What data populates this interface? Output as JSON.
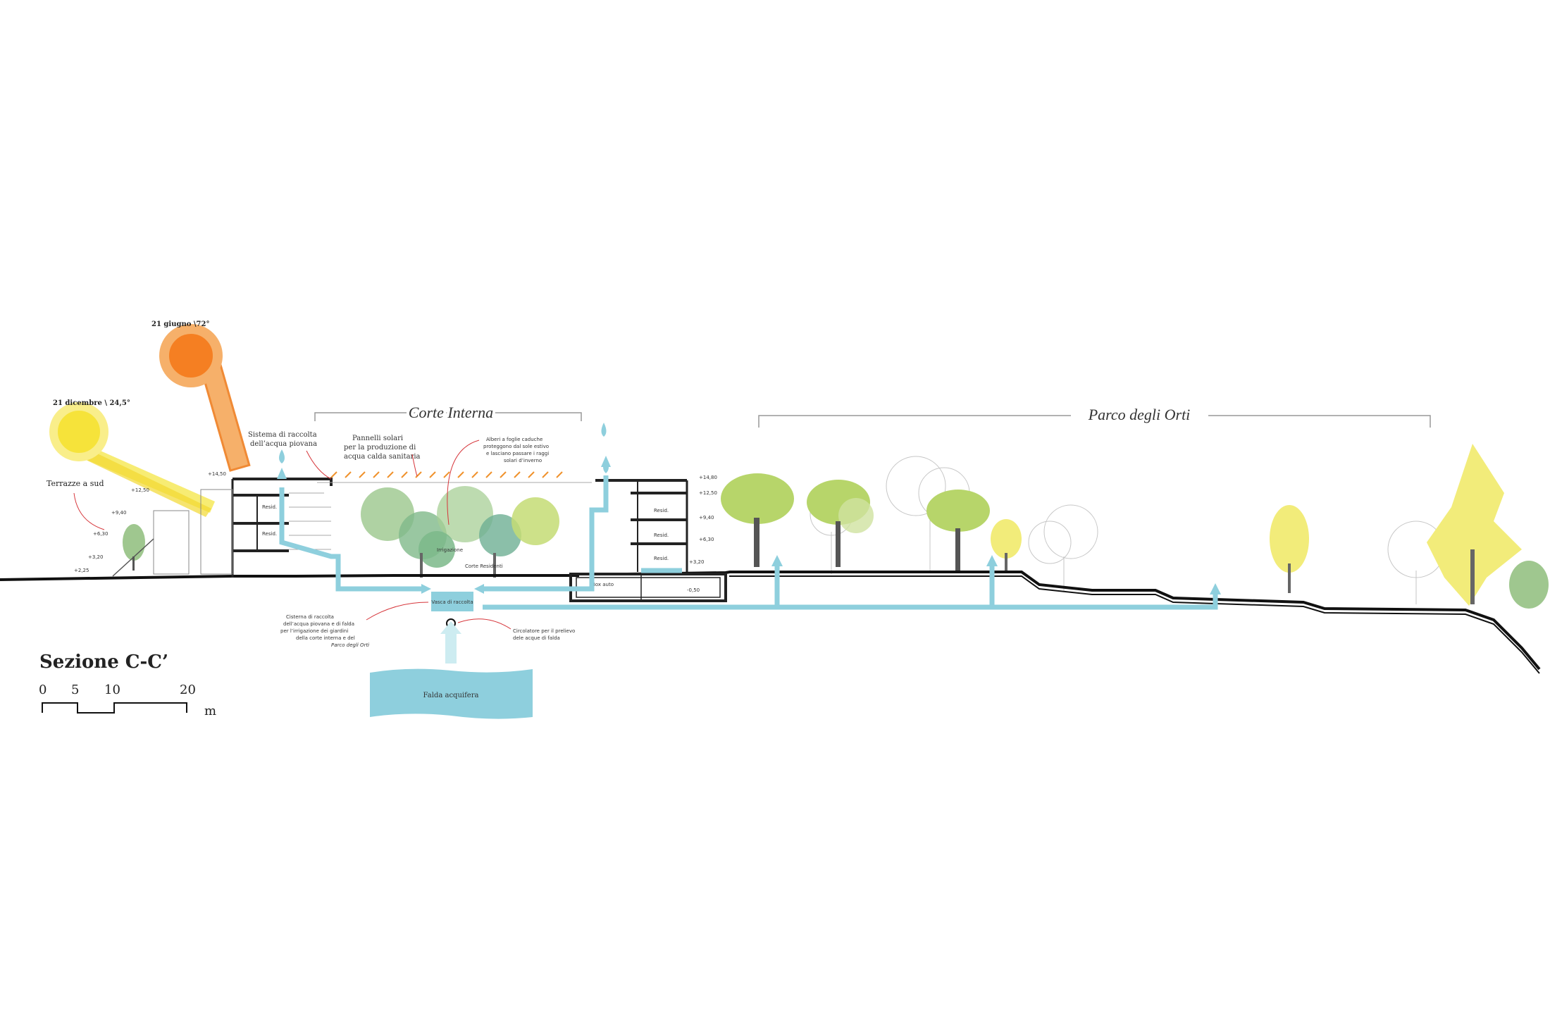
{
  "title": "Sezione C-C’",
  "scale_bar": {
    "ticks": [
      "0",
      "5",
      "10",
      "20"
    ],
    "unit": "m"
  },
  "sections": {
    "corte": "Corte Interna",
    "parco": "Parco degli Orti"
  },
  "sun": {
    "summer": "21 giugno \\72°",
    "winter": "21 dicembre \\ 24,5°"
  },
  "annotations": {
    "terrazze": "Terrazze a sud",
    "raccolta": [
      "Sistema di raccolta",
      "dell’acqua piovana"
    ],
    "pannelli": [
      "Pannelli solari",
      "per la produzione di",
      "acqua calda sanitaria"
    ],
    "alberi": [
      "Alberi a foglie caduche",
      "proteggono dal sole estivo",
      "e lasciano passare i raggi",
      "solari d’inverno"
    ],
    "cisterna": [
      "Cisterna di raccolta",
      "dell’acqua piovana e di falda",
      "per l’irrigazione dei giardini",
      "della corte interna e del",
      "Parco degli Orti"
    ],
    "circolatore": [
      "Circolatore per il prelievo",
      "dele acque di falda"
    ],
    "vasca": "Vasca di raccolta",
    "falda": "Falda acquifera",
    "irrigazione": "Irrigazione",
    "box": "Box auto",
    "corte_residenti": "Corte Residenti"
  },
  "rooms": {
    "left": [
      "Resid.",
      "Resid."
    ],
    "right": [
      "Resid.",
      "Resid.",
      "Resid."
    ]
  },
  "levels": {
    "left": [
      "+14,50",
      "+12,50",
      "+9,40",
      "+6,30",
      "+3,20",
      "+2,25"
    ],
    "right": [
      "+14,80",
      "+12,50",
      "+9,40",
      "+6,30",
      "+3,20",
      "-0,50"
    ]
  },
  "colors": {
    "water": "#8ecfdd",
    "sun_summer": "#f57f22",
    "sun_winter": "#f6e33a",
    "tree_green": "#b7d56a",
    "tree_yellow": "#f2ec7a",
    "arrow_red": "#d6353a"
  }
}
